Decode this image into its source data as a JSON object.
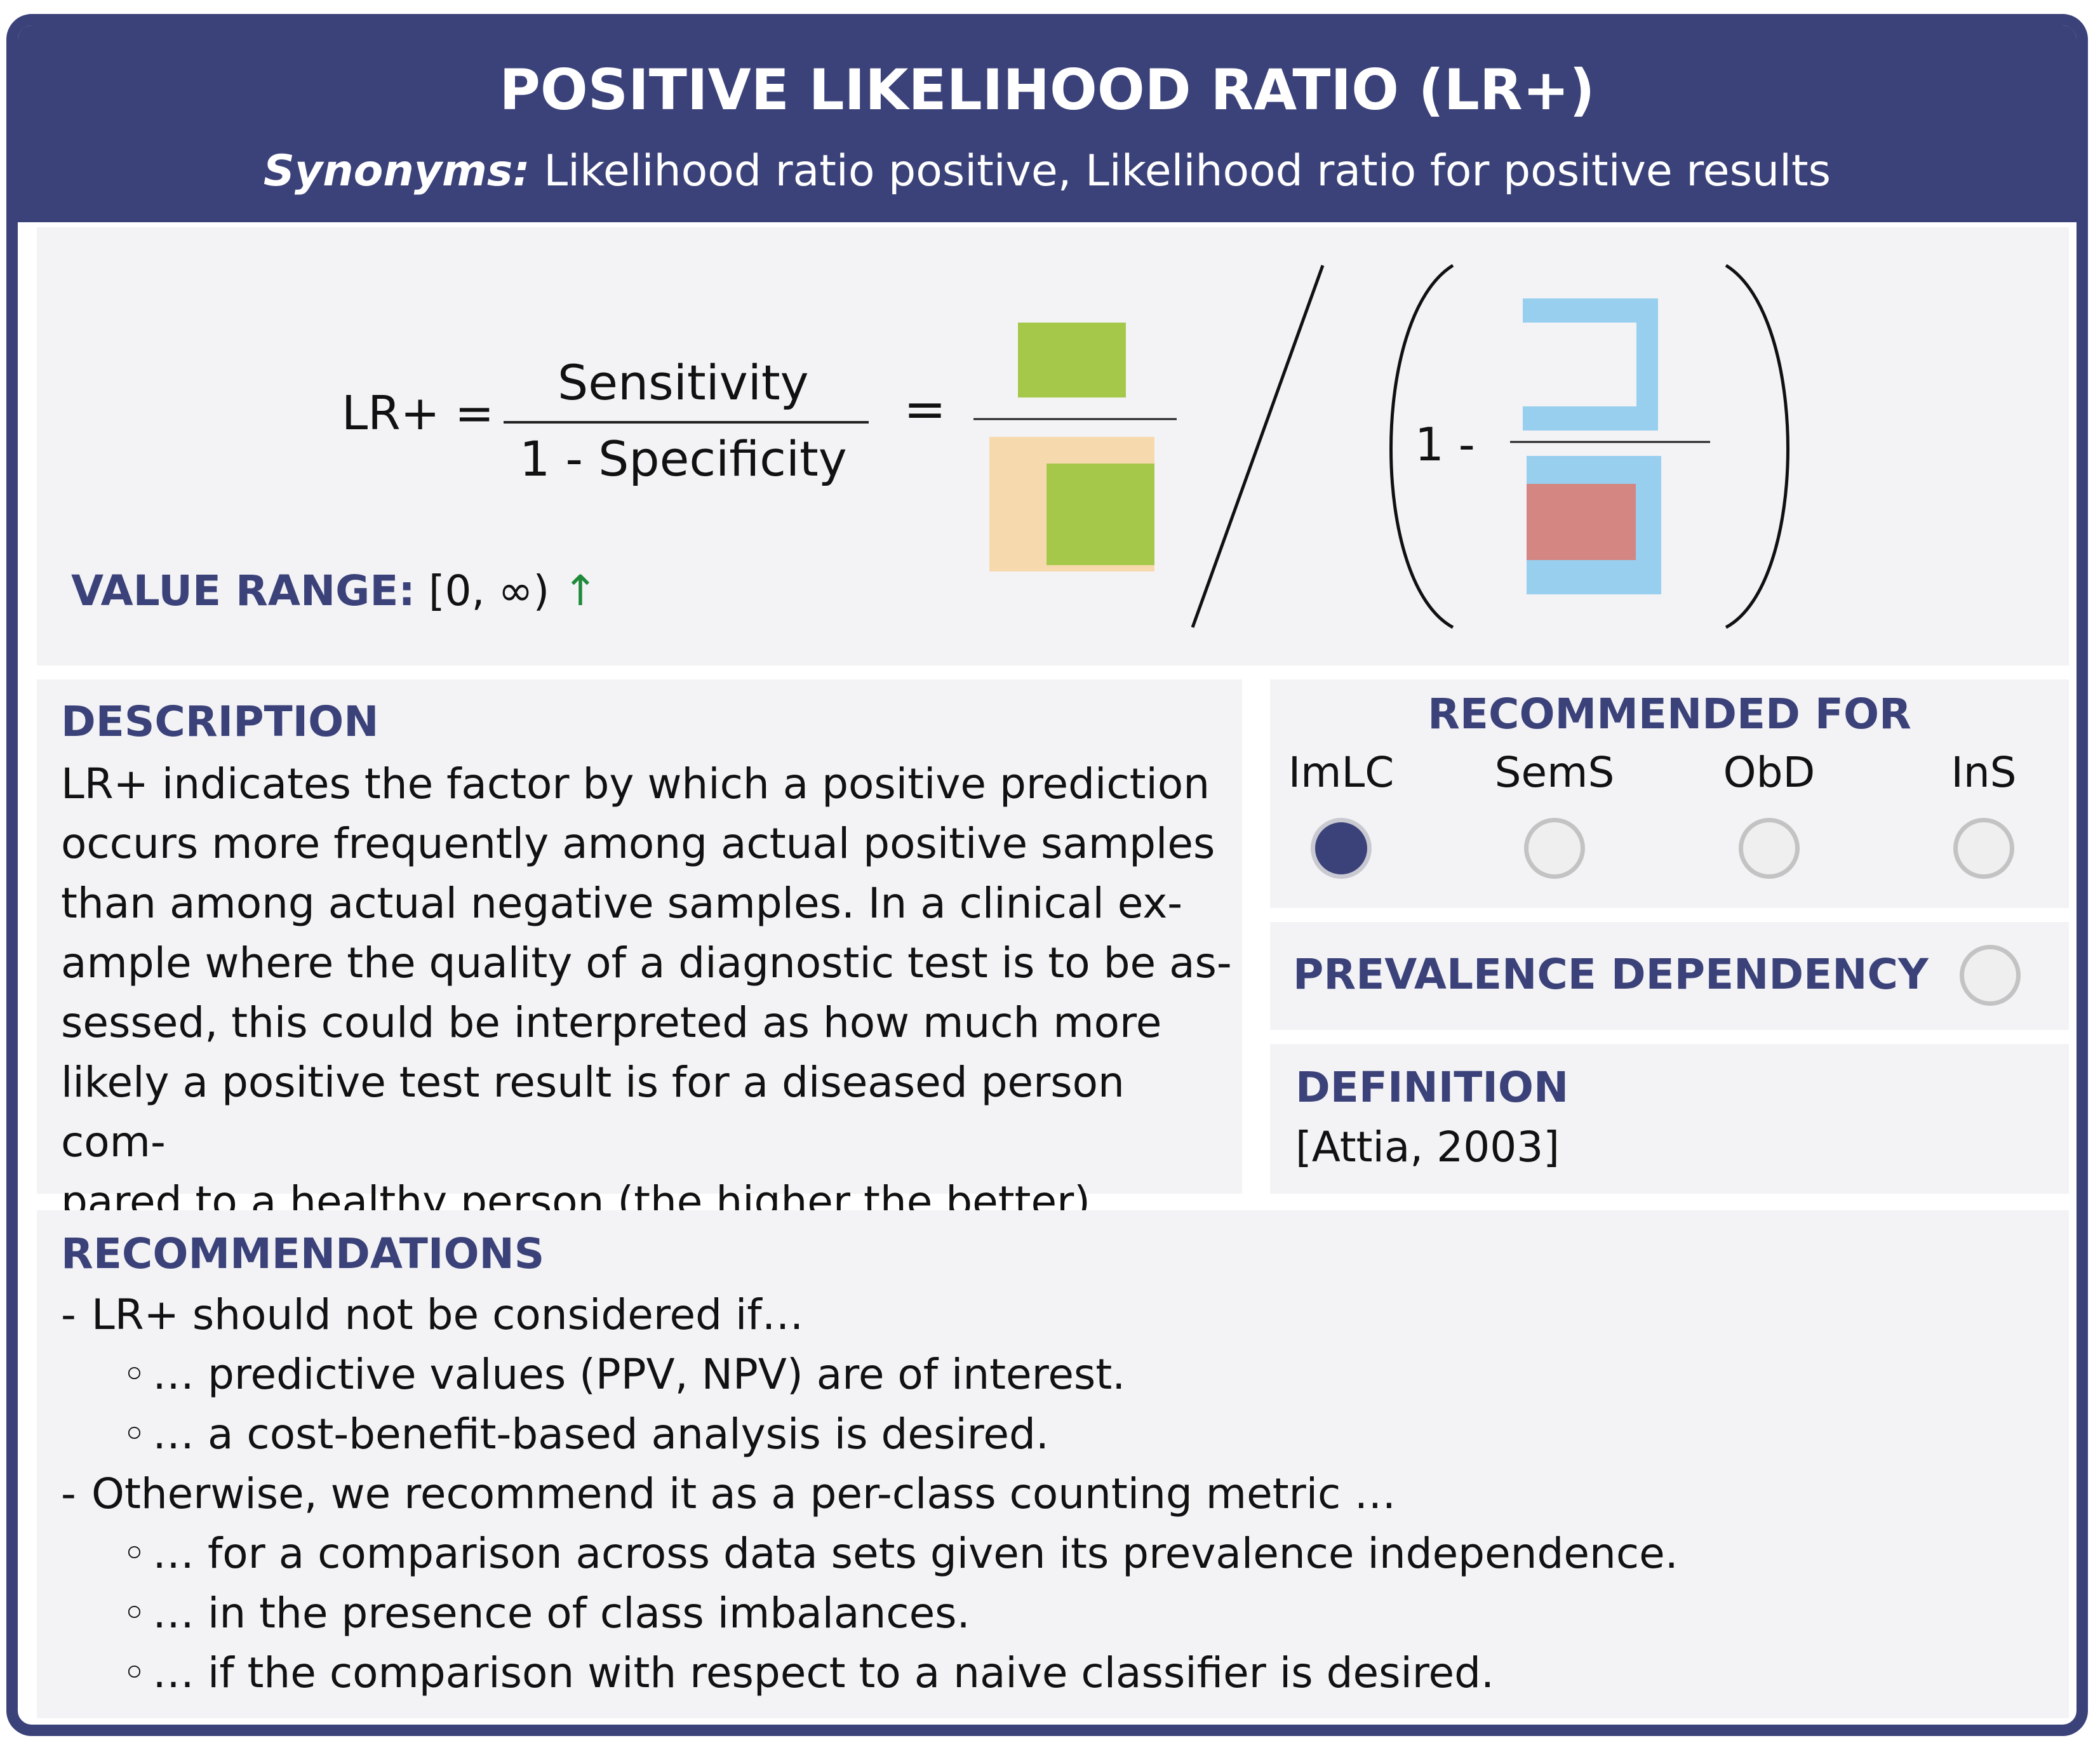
{
  "title": "POSITIVE LIKELIHOOD RATIO (LR+)",
  "synonyms": {
    "label": "Synonyms:",
    "text": "Likelihood ratio positive, Likelihood ratio for positive results"
  },
  "formula": {
    "lhs": "LR+ =",
    "numerator": "Sensitivity",
    "denominator": "1 - Specificity",
    "equals": "=",
    "one_minus": "1 -"
  },
  "value_range": {
    "label": "VALUE RANGE:",
    "range": "[0, ∞)",
    "arrow": "↑"
  },
  "description": {
    "heading": "DESCRIPTION",
    "lines": [
      "LR+ indicates the factor by which a positive prediction",
      "occurs more frequently among actual positive samples",
      "than among actual negative samples.  In a clinical ex-",
      "ample where the quality of a diagnostic test is to be as-",
      "sessed, this could be interpreted as how much more",
      "likely a positive test result is for a diseased person com-",
      "pared to a healthy person (the higher the better)."
    ]
  },
  "recommended_for": {
    "heading": "RECOMMENDED FOR",
    "categories": [
      {
        "label": "ImLC",
        "selected": true
      },
      {
        "label": "SemS",
        "selected": false
      },
      {
        "label": "ObD",
        "selected": false
      },
      {
        "label": "InS",
        "selected": false
      }
    ]
  },
  "prevalence": {
    "heading": "PREVALENCE DEPENDENCY",
    "selected": false
  },
  "definition": {
    "heading": "DEFINITION",
    "text": "[Attia, 2003]"
  },
  "recommendations": {
    "heading": "RECOMMENDATIONS",
    "items": [
      {
        "level": 1,
        "bullet": "-",
        "text": "LR+ should not be considered if…"
      },
      {
        "level": 2,
        "bullet": "◦",
        "text": "… predictive values (PPV, NPV) are of interest."
      },
      {
        "level": 2,
        "bullet": "◦",
        "text": "… a cost-benefit-based analysis is desired."
      },
      {
        "level": 1,
        "bullet": "-",
        "text": "Otherwise, we recommend it as a per-class counting metric …"
      },
      {
        "level": 2,
        "bullet": "◦",
        "text": "… for a comparison across data sets given its prevalence independence."
      },
      {
        "level": 2,
        "bullet": "◦",
        "text": "… in the presence of class imbalances."
      },
      {
        "level": 2,
        "bullet": "◦",
        "text": "… if the comparison with respect to a naive classifier is desired."
      }
    ]
  },
  "colors": {
    "brand": "#3b4279",
    "tp_green": "#a5c84a",
    "negatives_tan": "#f7d9ae",
    "negatives_blue": "#98cfee",
    "fp_red": "#d38682",
    "arrow_green": "#1f8a3a"
  }
}
